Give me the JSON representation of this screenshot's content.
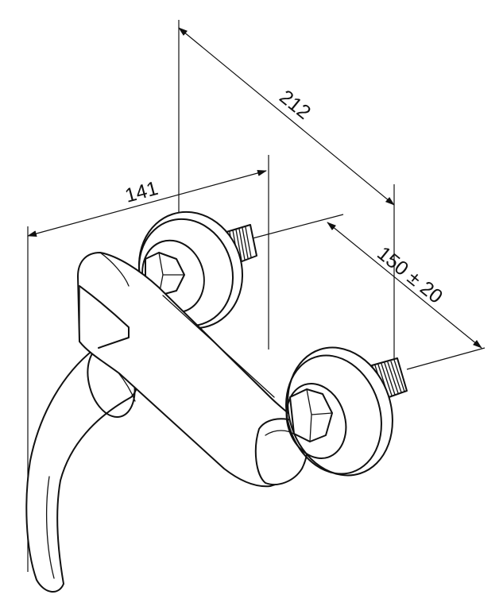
{
  "dimensions": {
    "width_label": "141",
    "depth_label": "212",
    "spacing_label": "150 ± 20"
  }
}
